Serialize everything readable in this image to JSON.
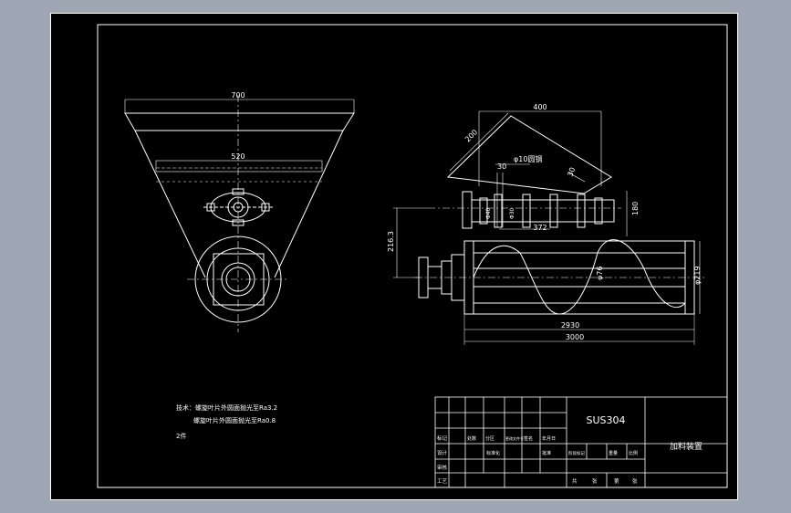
{
  "drawing": {
    "dims": {
      "hopper_top_width": "700",
      "hopper_inner_width": "520",
      "feeder_length": "400",
      "chute_width": "200",
      "shaft_spec": "φ10圆钢",
      "dim_30": "30",
      "dim_30b": "30",
      "dim_40": "Φ40",
      "dim_30c": "Φ30",
      "pitch": "372",
      "height_180": "180",
      "height_216": "216.3",
      "shaft_dia": "φ76",
      "tube_dia": "φ219",
      "screw_length": "2930",
      "total_length": "3000"
    },
    "notes": {
      "line1": "技术：螺旋叶片外圆面抛光至Ra3.2",
      "line2": "螺旋叶片外圆面抛光至Ra0.8",
      "line3": "2件"
    }
  },
  "title_block": {
    "material": "SUS304",
    "part_name": "加料装置",
    "left_labels": [
      "标记",
      "设计",
      "审核",
      "工艺"
    ],
    "mid_labels": [
      "处数",
      "分区",
      "更改文件号",
      "签名",
      "年月日"
    ],
    "small_labels": [
      "标准化",
      "批准",
      "阶段标记",
      "重量",
      "比例"
    ],
    "bottom_labels": [
      "共",
      "张",
      "第",
      "张"
    ]
  },
  "colors": {
    "background": "#9da6b2",
    "sheet": "#000000",
    "line": "#ffffff",
    "accent_red": "#ff3030"
  }
}
